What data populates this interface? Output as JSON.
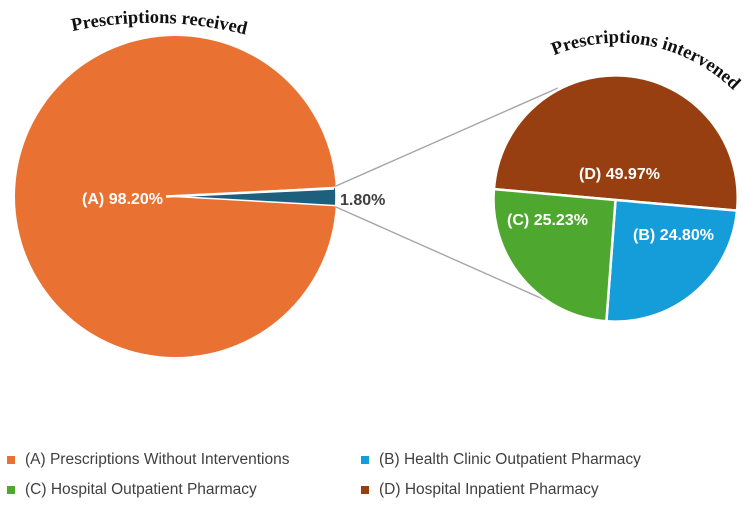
{
  "left_chart": {
    "title": "Prescriptions received",
    "slice_a_label": "(A) 98.20%",
    "other_label": "1.80%"
  },
  "right_chart": {
    "title": "Prescriptions intervened",
    "slice_d_label": "(D) 49.97%",
    "slice_b_label": "(B) 24.80%",
    "slice_c_label": "(C) 25.23%"
  },
  "legend": {
    "items": [
      {
        "label": "(A) Prescriptions Without Interventions",
        "color": "#E97132"
      },
      {
        "label": "(B) Health Clinic Outpatient Pharmacy",
        "color": "#149DD8"
      },
      {
        "label": "(C) Hospital Outpatient Pharmacy",
        "color": "#4EA72E"
      },
      {
        "label": "(D) Hospital Inpatient Pharmacy",
        "color": "#983F11"
      }
    ]
  },
  "colors": {
    "orange": "#E97132",
    "teal": "#1E5F7E",
    "brown": "#983F11",
    "blue": "#149DD8",
    "green": "#4EA72E",
    "connector_gray": "#A6A6A6",
    "label_gray": "#3F3F3F"
  },
  "chart_data": [
    {
      "type": "pie",
      "title": "Prescriptions received",
      "labels": [
        "(A) Prescriptions Without Interventions",
        "Prescriptions intervened (other)"
      ],
      "values": [
        98.2,
        1.8
      ],
      "unit": "%",
      "colors": [
        "#E97132",
        "#1E5F7E"
      ],
      "data_labels": [
        "(A) 98.20%",
        "1.80%"
      ],
      "style": "bar-of-pie main pie, small slice at 3 o'clock linked to secondary pie"
    },
    {
      "type": "pie",
      "title": "Prescriptions intervened",
      "labels": [
        "(D) Hospital Inpatient Pharmacy",
        "(B) Health Clinic Outpatient Pharmacy",
        "(C) Hospital Outpatient Pharmacy"
      ],
      "values": [
        49.97,
        24.8,
        25.23
      ],
      "unit": "%",
      "colors": [
        "#983F11",
        "#149DD8",
        "#4EA72E"
      ],
      "data_labels": [
        "(D) 49.97%",
        "(B) 24.80%",
        "(C) 25.23%"
      ],
      "style": "D occupies top half, B bottom-right, C bottom-left; white slice borders"
    }
  ]
}
